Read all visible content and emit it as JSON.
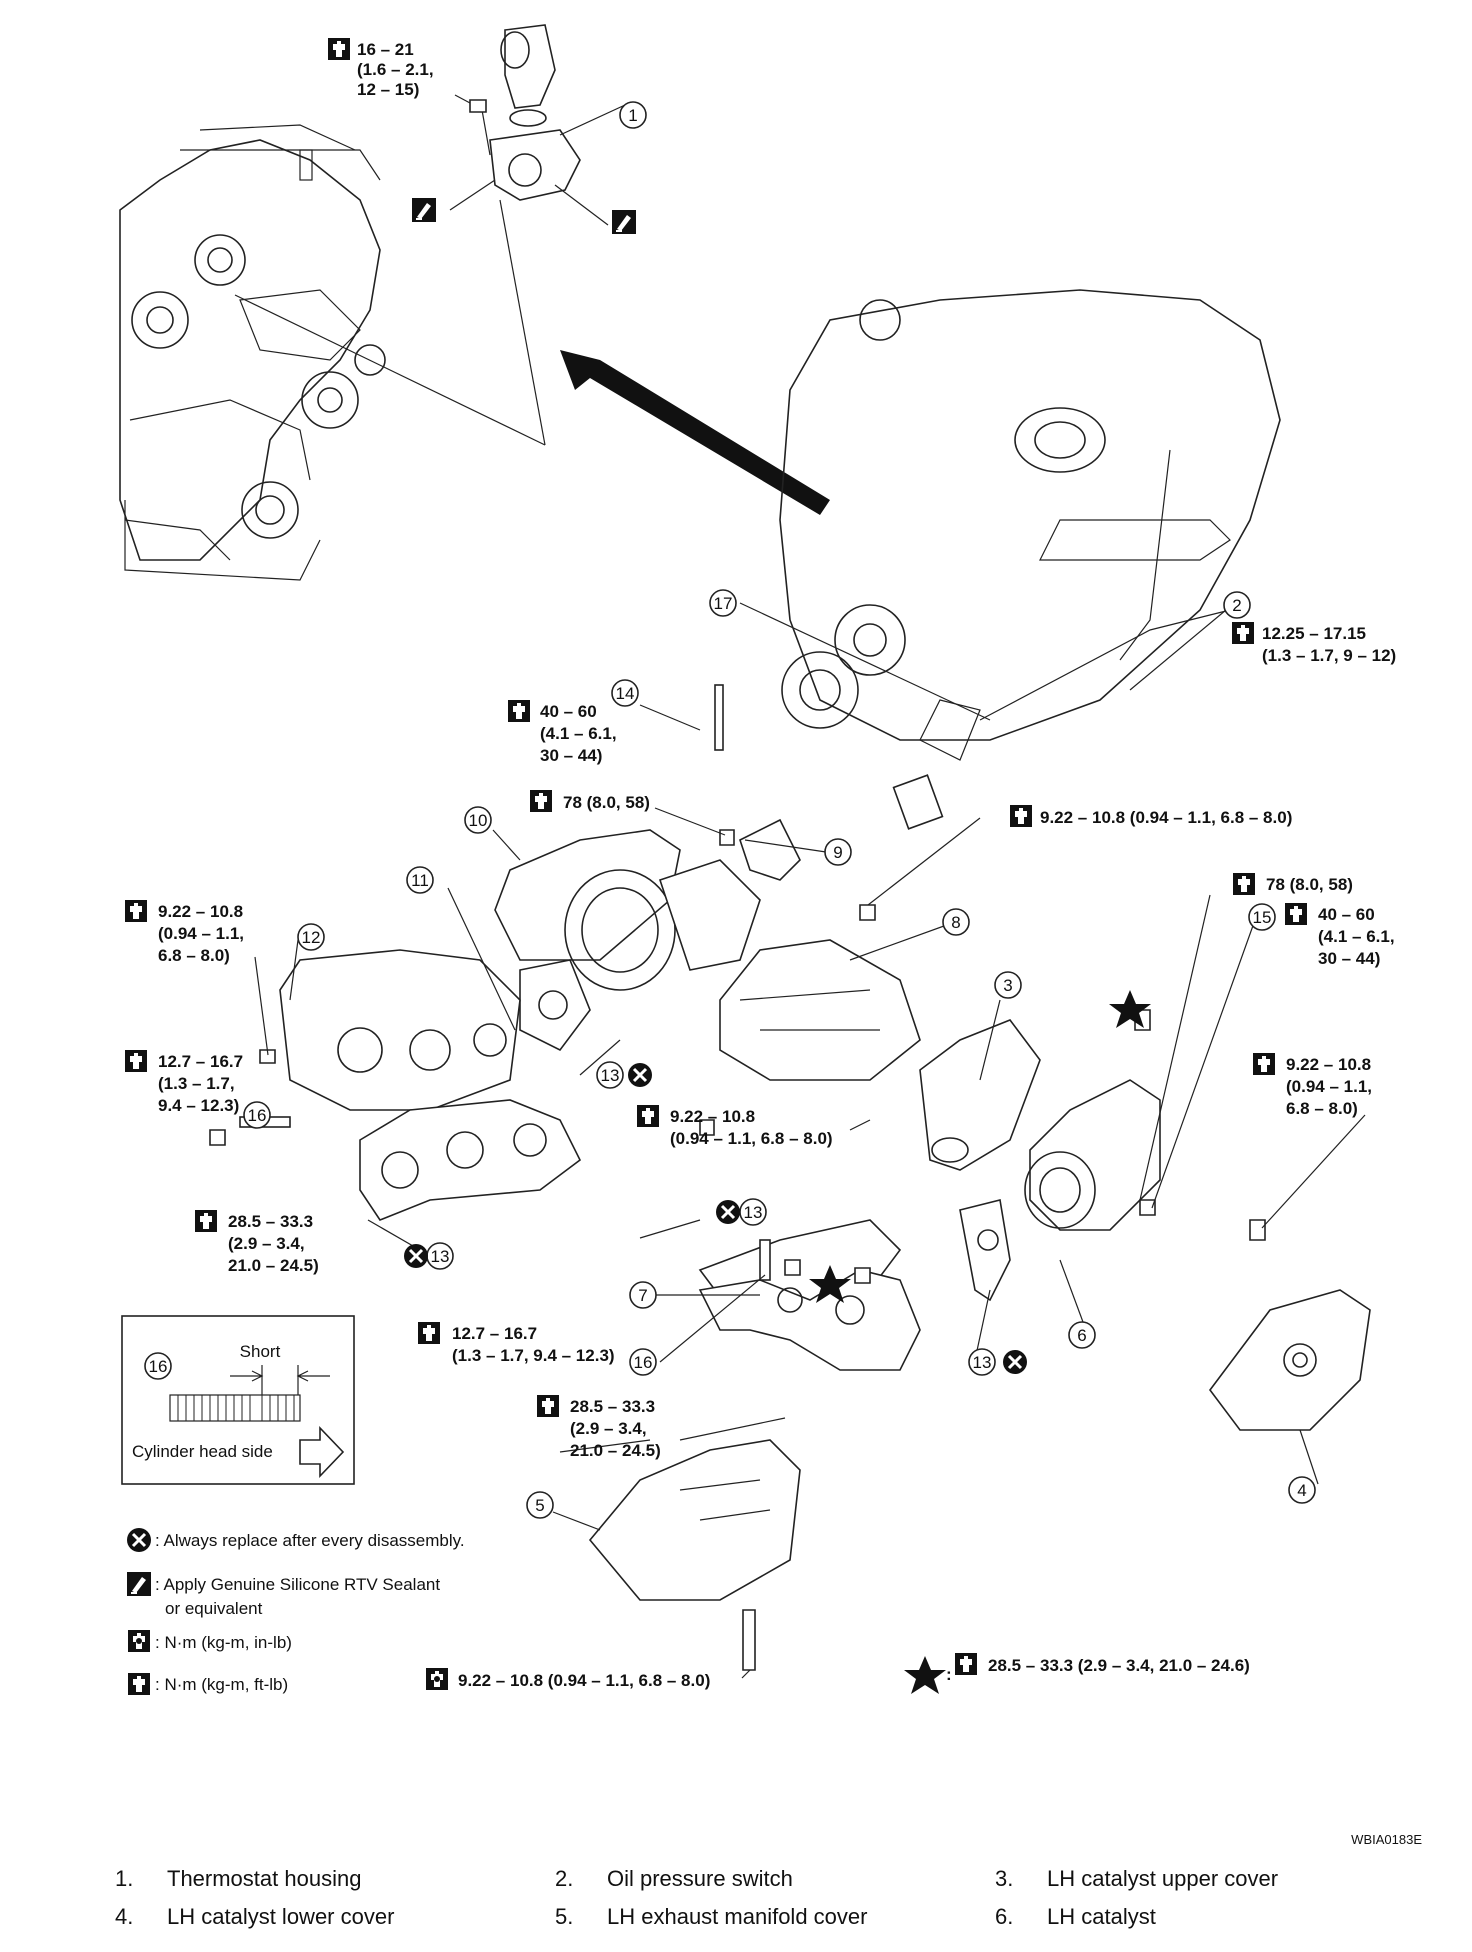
{
  "figure_code": "WBIA0183E",
  "callouts": {
    "t_16_21": [
      "16 – 21",
      "(1.6 – 2.1,",
      "12 – 15)"
    ],
    "t_12_25": [
      "12.25 – 17.15",
      "(1.3 – 1.7, 9 – 12)"
    ],
    "t_40_60_a": [
      "40 – 60",
      "(4.1 – 6.1,",
      "30 – 44)"
    ],
    "t_78_a": "78 (8.0, 58)",
    "t_922_top": "9.22 – 10.8 (0.94 – 1.1, 6.8 – 8.0)",
    "t_922_left": [
      "9.22 – 10.8",
      "(0.94 – 1.1,",
      "6.8 – 8.0)"
    ],
    "t_127_a": [
      "12.7 – 16.7",
      "(1.3 – 1.7,",
      "9.4 – 12.3)"
    ],
    "t_285_a": [
      "28.5 – 33.3",
      "(2.9 – 3.4,",
      "21.0 – 24.5)"
    ],
    "t_922_mid": [
      "9.22 – 10.8",
      "(0.94 – 1.1, 6.8 – 8.0)"
    ],
    "t_78_b": "78 (8.0, 58)",
    "t_40_60_b": [
      "40 – 60",
      "(4.1 – 6.1,",
      "30 – 44)"
    ],
    "t_922_right": [
      "9.22 – 10.8",
      "(0.94 – 1.1,",
      "6.8 – 8.0)"
    ],
    "t_127_b": [
      "12.7 – 16.7",
      "(1.3 – 1.7, 9.4 – 12.3)"
    ],
    "t_285_b": [
      "28.5 – 33.3",
      "(2.9 – 3.4,",
      "21.0 – 24.5)"
    ],
    "t_922_bottom": "9.22 – 10.8 (0.94 – 1.1, 6.8 – 8.0)",
    "t_star": "28.5 – 33.3 (2.9 – 3.4, 21.0 – 24.6)"
  },
  "part_numbers": [
    "1",
    "2",
    "3",
    "4",
    "5",
    "6",
    "7",
    "8",
    "9",
    "10",
    "11",
    "12",
    "13",
    "13",
    "13",
    "13",
    "14",
    "15",
    "16",
    "16",
    "17"
  ],
  "inset": {
    "number": "16",
    "short_label": "Short",
    "side_label": "Cylinder head side"
  },
  "symbol_legend": [
    {
      "icon": "replace-icon",
      "text": ": Always replace after every disassembly."
    },
    {
      "icon": "sealant-icon",
      "text": ": Apply Genuine Silicone RTV Sealant",
      "text2": "or equivalent"
    },
    {
      "icon": "torque-inlb-icon",
      "text": ": N·m (kg-m, in-lb)"
    },
    {
      "icon": "torque-ftlb-icon",
      "text": ": N·m (kg-m, ft-lb)"
    }
  ],
  "parts_list": [
    [
      {
        "n": "1.",
        "name": "Thermostat housing"
      },
      {
        "n": "2.",
        "name": "Oil pressure switch"
      },
      {
        "n": "3.",
        "name": "LH catalyst upper cover"
      }
    ],
    [
      {
        "n": "4.",
        "name": "LH catalyst lower cover"
      },
      {
        "n": "5.",
        "name": "LH exhaust manifold cover"
      },
      {
        "n": "6.",
        "name": "LH catalyst"
      }
    ]
  ]
}
